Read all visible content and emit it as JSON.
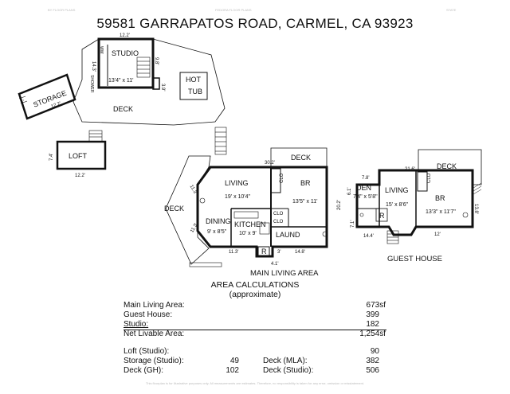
{
  "header": {
    "small_left": "BY FLOOR PLANS",
    "small_center": "FEDORA FLOOR PLANS",
    "small_right": "STATE",
    "address": "59581 GARRAPATOS ROAD, CARMEL, CA 93923"
  },
  "studio_area": {
    "studio_label": "STUDIO",
    "studio_dim": "13'4\" x 11'",
    "studio_width": "12.2'",
    "studio_height": "14.3'",
    "stair_dim": "9.8'",
    "small_dim": "3.9'",
    "ww_label": "WW",
    "shower_label": "SHOWER",
    "hot_tub_line1": "HOT",
    "hot_tub_line2": "TUB",
    "deck_label": "DECK",
    "storage_label": "STORAGE",
    "storage_width": "12.2'",
    "storage_height": "4'"
  },
  "loft": {
    "label": "LOFT",
    "width": "12.2'",
    "height": "7.4'"
  },
  "main_living": {
    "area_label": "MAIN LIVING AREA",
    "deck_left": "DECK",
    "deck_top": "DECK",
    "living_label": "LIVING",
    "living_dim": "19' x 10'4\"",
    "br_label": "BR",
    "br_dim": "13'5\" x 11'",
    "dining_label": "DINING",
    "dining_dim": "9' x 8'5\"",
    "kitchen_label": "KITCHEN",
    "kitchen_dim": "10' x 9'",
    "laund_label": "LAUND",
    "clo1": "CLO",
    "clo2": "CLO",
    "clo3": "CLO",
    "r_label": "R",
    "top_dim": "30.2'",
    "right_dim": "20.2'",
    "left_dim1": "11.3'",
    "left_dim2": "11.3'",
    "bottom_dim1": "11.3'",
    "bottom_dim2": "14.8'",
    "bottom_dim3": "4.1'",
    "bottom_dim4": "3'"
  },
  "guest_house": {
    "area_label": "GUEST HOUSE",
    "deck_label": "DECK",
    "den_label": "DEN",
    "den_dim": "7'4\" x 5'8\"",
    "living_label": "LIVING",
    "living_dim": "15' x 8'6\"",
    "br_label": "BR",
    "br_dim": "13'3\" x 11'7\"",
    "clo": "CLO",
    "r_label": "R",
    "dim_top_left": "7.8'",
    "dim_top": "21.6'",
    "dim_left": "6.1'",
    "dim_right": "13.8'",
    "dim_bottom": "12'",
    "dim_bottom_left": "14.4'",
    "dim_left2": "7.1'"
  },
  "calculations": {
    "title_line1": "AREA CALCULATIONS",
    "title_line2": "(approximate)",
    "rows": [
      {
        "label": "Main Living Area:",
        "value": "673sf"
      },
      {
        "label": "Guest House:",
        "value": "399"
      },
      {
        "label": "Studio:",
        "value": "182"
      },
      {
        "label": "Net Livable Area:",
        "value": "1,254sf"
      }
    ],
    "extra_left": [
      {
        "label": "Loft (Studio):",
        "value": ""
      },
      {
        "label": "Storage (Studio):",
        "value": "49"
      },
      {
        "label": "Deck (GH):",
        "value": "102"
      }
    ],
    "extra_right": [
      {
        "label": "",
        "value": "90"
      },
      {
        "label": "Deck (MLA):",
        "value": "382"
      },
      {
        "label": "Deck (Studio):",
        "value": "506"
      }
    ]
  },
  "footer": {
    "disclaimer": "This floorplan is for illustrative purposes only. All measurements are estimates. Therefore, no responsibility is taken for any error, omission or misstatement."
  }
}
